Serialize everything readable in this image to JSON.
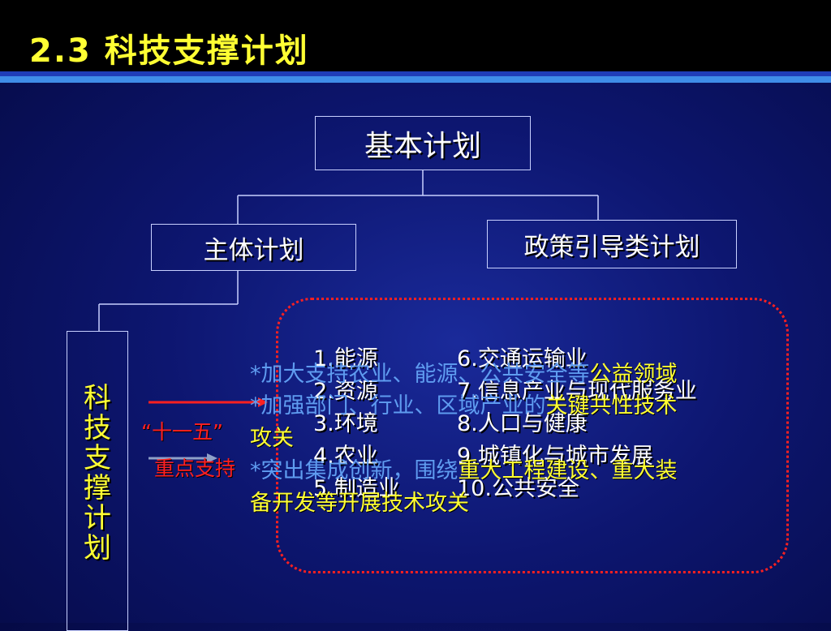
{
  "title": "2.3  科技支撑计划",
  "colors": {
    "title": "#ffff33",
    "background": "#0d1670",
    "accent_blue": "#5f9cf0",
    "highlight_yellow": "#ffff33",
    "emphasis_red": "#ff2020"
  },
  "diagram": {
    "root": "基本计划",
    "left_child": "主体计划",
    "right_child": "政策引导类计划",
    "sub_plan": "科技支撑计划"
  },
  "fields": {
    "col1": [
      "1.能源",
      "2.资源",
      "3.环境",
      "4.农业",
      "5.制造业"
    ],
    "col2": [
      "6.交通运输业",
      "7.信息产业与现代服务业",
      "8.人口与健康",
      "9.城镇化与城市发展",
      "10.公共安全"
    ]
  },
  "emphasis": {
    "line1_blue": "*加大支持农业、能源、公共安全等",
    "line1_yellow": "公益领域",
    "line2_blue": "*加强部门、行业、区域产业的",
    "line2_yellow": "关键共性技术",
    "line3_yellow": "攻关",
    "line4_blue": "*突出集成创新，围绕",
    "line4_yellow": "重大工程建设、重大装",
    "line5_yellow": "备开发等开展技术攻关"
  },
  "labels": {
    "five_year": "“十一五”",
    "key_support": "重点支持"
  }
}
